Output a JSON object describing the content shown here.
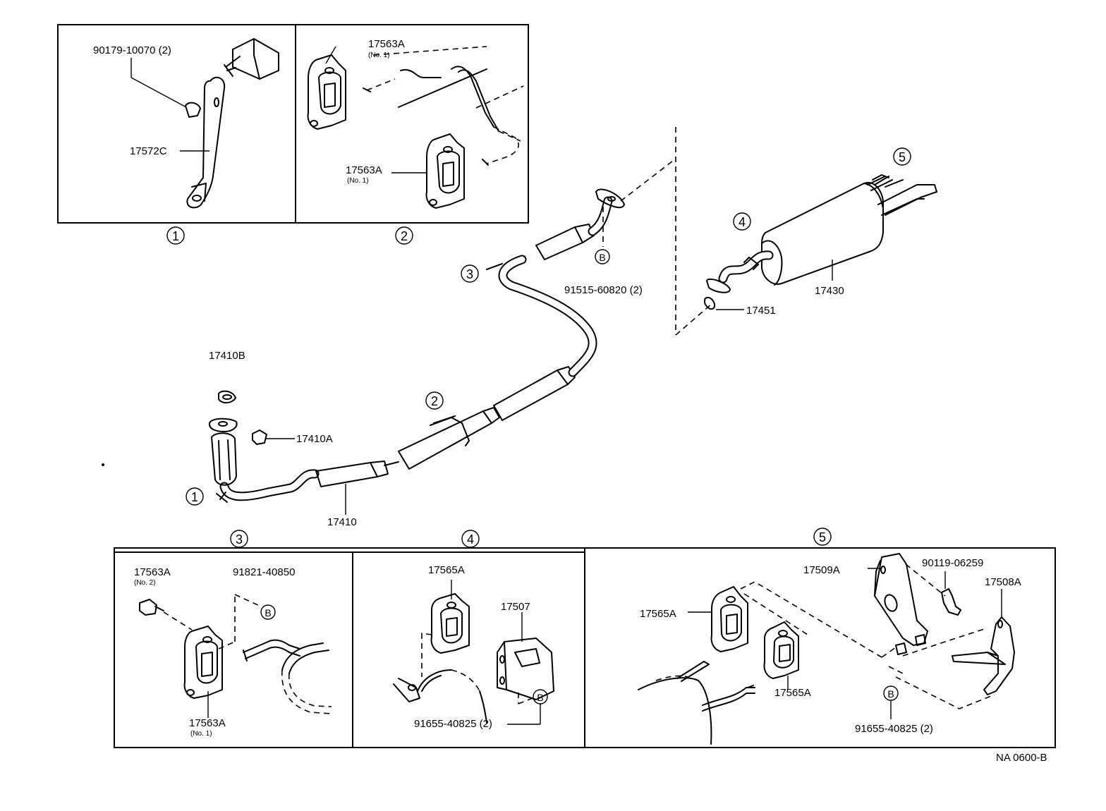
{
  "labels": {
    "p90179": "90179-10070 (2)",
    "p17572c": "17572C",
    "p17563a_top": "17563A",
    "p17563a_top_note": "(No. 1)",
    "p17563a_mid": "17563A",
    "p17563a_mid_note": "(No. 1)",
    "p91515": "91515-60820 (2)",
    "p17430": "17430",
    "p17451": "17451",
    "p17410b": "17410B",
    "p17410a": "17410A",
    "p17410": "17410",
    "p3_17563a_top": "17563A",
    "p3_17563a_top_note": "(No. 2)",
    "p91821": "91821-40850",
    "p3_17563a_bot": "17563A",
    "p3_17563a_bot_note": "(No. 1)",
    "p4_17565a": "17565A",
    "p17507": "17507",
    "p4_91655": "91655-40825 (2)",
    "p17509a": "17509A",
    "p90119": "90119-06259",
    "p17508a": "17508A",
    "p5_17565a_left": "17565A",
    "p5_17565a_bot": "17565A",
    "p5_91655": "91655-40825 (2)",
    "footer": "NA 0600-B"
  },
  "callouts": {
    "n1": "1",
    "n2": "2",
    "n3": "3",
    "n4": "4",
    "n5": "5",
    "b": "B"
  }
}
